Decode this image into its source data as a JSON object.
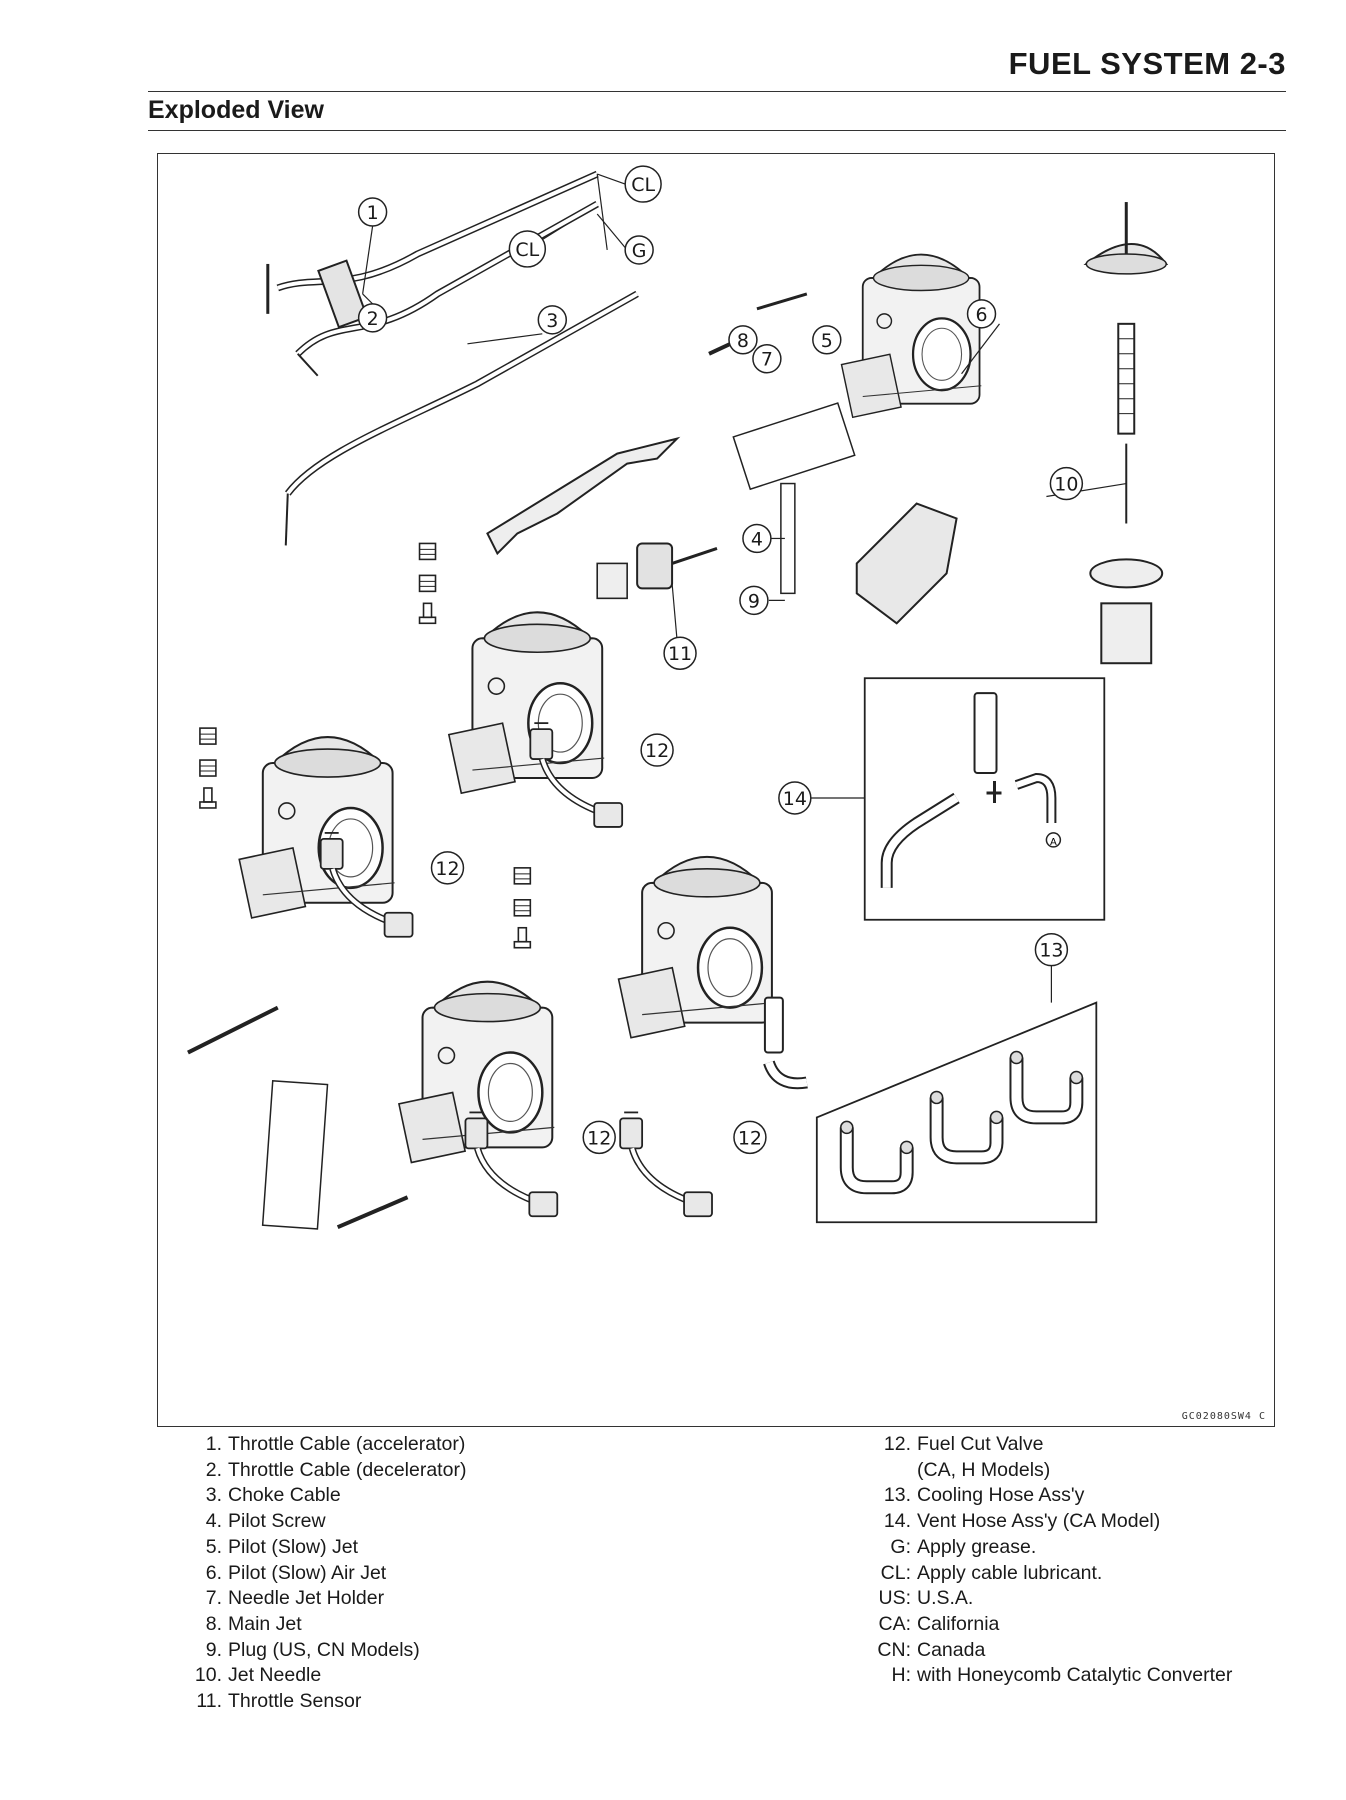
{
  "header": {
    "title": "FUEL SYSTEM 2-3",
    "section": "Exploded View"
  },
  "figure": {
    "code": "GC02080SW4 C",
    "callouts": {
      "c1": "1",
      "c2": "2",
      "c3": "3",
      "c4": "4",
      "c5": "5",
      "c6": "6",
      "c7": "7",
      "c8": "8",
      "c9": "9",
      "c10": "10",
      "c11": "11",
      "c12": "12",
      "c13": "13",
      "c14": "14",
      "cl": "CL",
      "g": "G",
      "a": "A"
    }
  },
  "legend": {
    "left": [
      {
        "key": "1.",
        "text": "Throttle Cable (accelerator)"
      },
      {
        "key": "2.",
        "text": "Throttle Cable (decelerator)"
      },
      {
        "key": "3.",
        "text": "Choke Cable"
      },
      {
        "key": "4.",
        "text": "Pilot Screw"
      },
      {
        "key": "5.",
        "text": "Pilot (Slow) Jet"
      },
      {
        "key": "6.",
        "text": "Pilot (Slow) Air Jet"
      },
      {
        "key": "7.",
        "text": "Needle Jet Holder"
      },
      {
        "key": "8.",
        "text": "Main Jet"
      },
      {
        "key": "9.",
        "text": "Plug (US, CN Models)"
      },
      {
        "key": "10.",
        "text": "Jet Needle"
      },
      {
        "key": "11.",
        "text": "Throttle Sensor"
      }
    ],
    "right": [
      {
        "key": "12.",
        "text": "Fuel Cut Valve"
      },
      {
        "key": "",
        "text": "(CA, H Models)"
      },
      {
        "key": "13.",
        "text": "Cooling Hose Ass'y"
      },
      {
        "key": "14.",
        "text": "Vent Hose Ass'y (CA Model)"
      },
      {
        "key": "G:",
        "text": "Apply grease."
      },
      {
        "key": "CL:",
        "text": "Apply cable lubricant."
      },
      {
        "key": "US:",
        "text": "U.S.A."
      },
      {
        "key": "CA:",
        "text": "California"
      },
      {
        "key": "CN:",
        "text": "Canada"
      },
      {
        "key": "H:",
        "text": "with Honeycomb Catalytic Converter"
      }
    ]
  }
}
